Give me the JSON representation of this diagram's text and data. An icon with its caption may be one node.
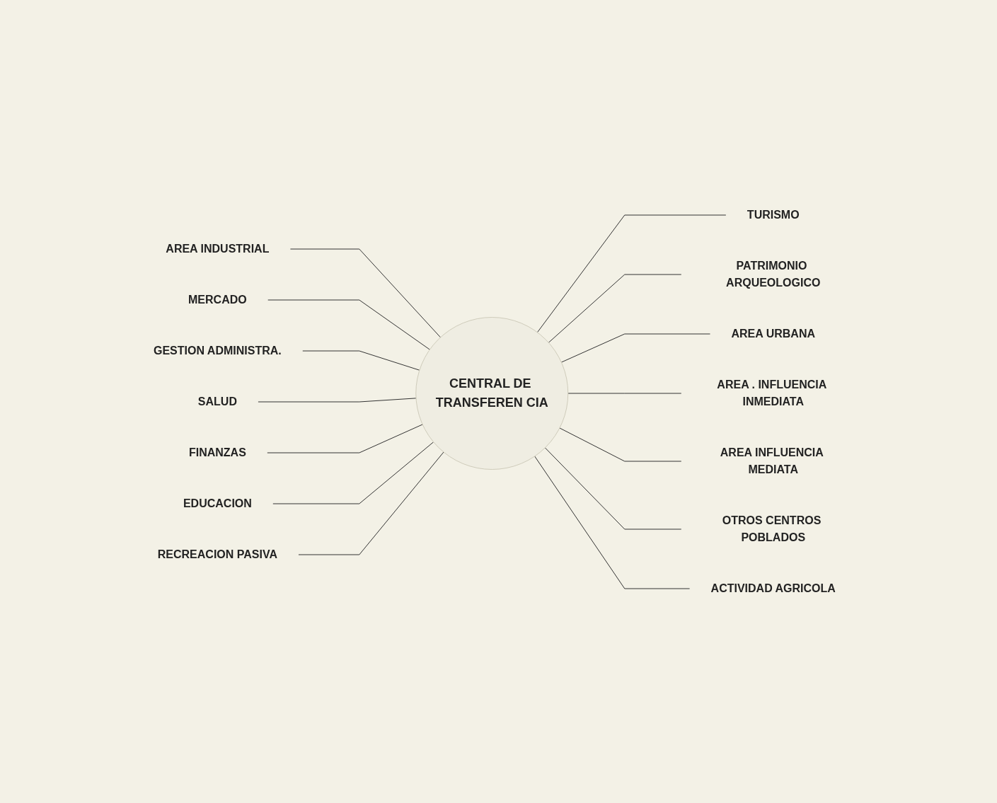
{
  "diagram": {
    "nodes": [
      {
        "text": [
          "TURISMO"
        ]
      },
      {
        "text": [
          "PATRIMONIO ARQUEOLOGICO"
        ]
      },
      {
        "text": [
          "RECREACION PASIVA"
        ]
      },
      {
        "text": [
          "EDUCACION"
        ]
      },
      {
        "text": [
          "AREA URBANA"
        ]
      },
      {
        "text": [
          "AREA . INFLUENCIA INMEDIATA"
        ]
      },
      {
        "text": [
          "FINANZAS"
        ]
      },
      {
        "text": [
          "CENTRAL DE TRANSFEREN CIA"
        ]
      },
      {
        "text": [
          "SALUD"
        ]
      },
      {
        "text": [
          "AREA INFLUENCIA MEDIATA"
        ]
      },
      {
        "text": [
          "MERCADO"
        ]
      },
      {
        "text": [
          "GESTION ADMINISTRA."
        ]
      },
      {
        "text": [
          "AREA INDUSTRIAL"
        ]
      },
      {
        "text": [
          "ACTIVIDAD AGRICOLA"
        ]
      },
      {
        "text": [
          "OTROS CENTROS POBLADOS"
        ]
      }
    ],
    "edges": [
      {
        "from": 7,
        "to": 0,
        "arrow": "none"
      },
      {
        "from": 7,
        "to": 1,
        "arrow": "none"
      },
      {
        "from": 7,
        "to": 4,
        "arrow": "none"
      },
      {
        "from": 7,
        "to": 5,
        "arrow": "none"
      },
      {
        "from": 7,
        "to": 9,
        "arrow": "none"
      },
      {
        "from": 7,
        "to": 14,
        "arrow": "none"
      },
      {
        "from": 7,
        "to": 13,
        "arrow": "none"
      },
      {
        "from": 12,
        "to": 7,
        "arrow": "none"
      },
      {
        "from": 10,
        "to": 7,
        "arrow": "none"
      },
      {
        "from": 11,
        "to": 7,
        "arrow": "none"
      },
      {
        "from": 8,
        "to": 7,
        "arrow": "none"
      },
      {
        "from": 6,
        "to": 7,
        "arrow": "none"
      },
      {
        "from": 3,
        "to": 7,
        "arrow": "none"
      },
      {
        "from": 2,
        "to": 7,
        "arrow": "none"
      }
    ]
  }
}
